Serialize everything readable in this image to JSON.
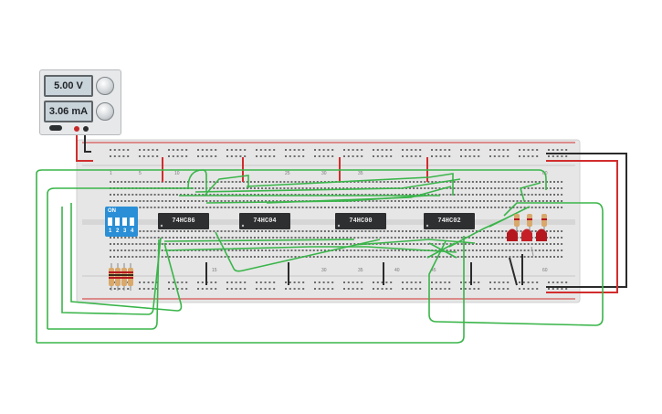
{
  "power_supply": {
    "voltage": "5.00 V",
    "current": "3.06 mA"
  },
  "breadboard": {
    "top_numbers": [
      "1",
      "5",
      "10",
      "25",
      "30",
      "35",
      "60"
    ],
    "bottom_numbers": [
      "15",
      "30",
      "35",
      "40",
      "45",
      "60"
    ]
  },
  "dip_switch": {
    "on_label": "ON",
    "numbers": [
      "1",
      "2",
      "3",
      "4"
    ]
  },
  "chips": [
    "74HC86",
    "74HC04",
    "74HC00",
    "74HC02"
  ],
  "colors": {
    "wire_green": "#3ab54a",
    "wire_red": "#d22d2d",
    "wire_black": "#2b2b2b",
    "board": "#e6e6e6",
    "chip": "#2e2f31",
    "dip": "#2a8fd6",
    "led": "#b5171f"
  }
}
